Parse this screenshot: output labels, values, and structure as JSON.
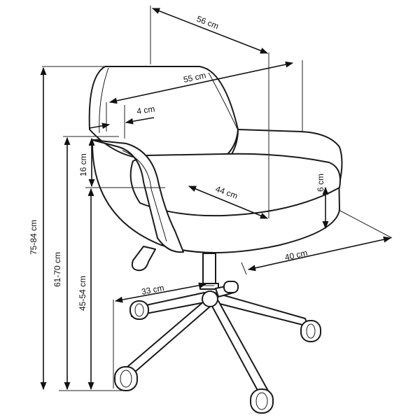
{
  "dimensions": {
    "width_top": "56 cm",
    "width_seat_back": "55 cm",
    "back_thickness": "4 cm",
    "back_cushion": "16 cm",
    "armrest_height": "6 cm",
    "seat_depth": "44 cm",
    "base_depth": "40 cm",
    "base_radius": "33 cm",
    "total_height": "75-84 cm",
    "armrest_floor_height": "61-70 cm",
    "seat_height": "45-54 cm"
  },
  "colors": {
    "line": "#1a1a1a",
    "background": "#ffffff"
  }
}
